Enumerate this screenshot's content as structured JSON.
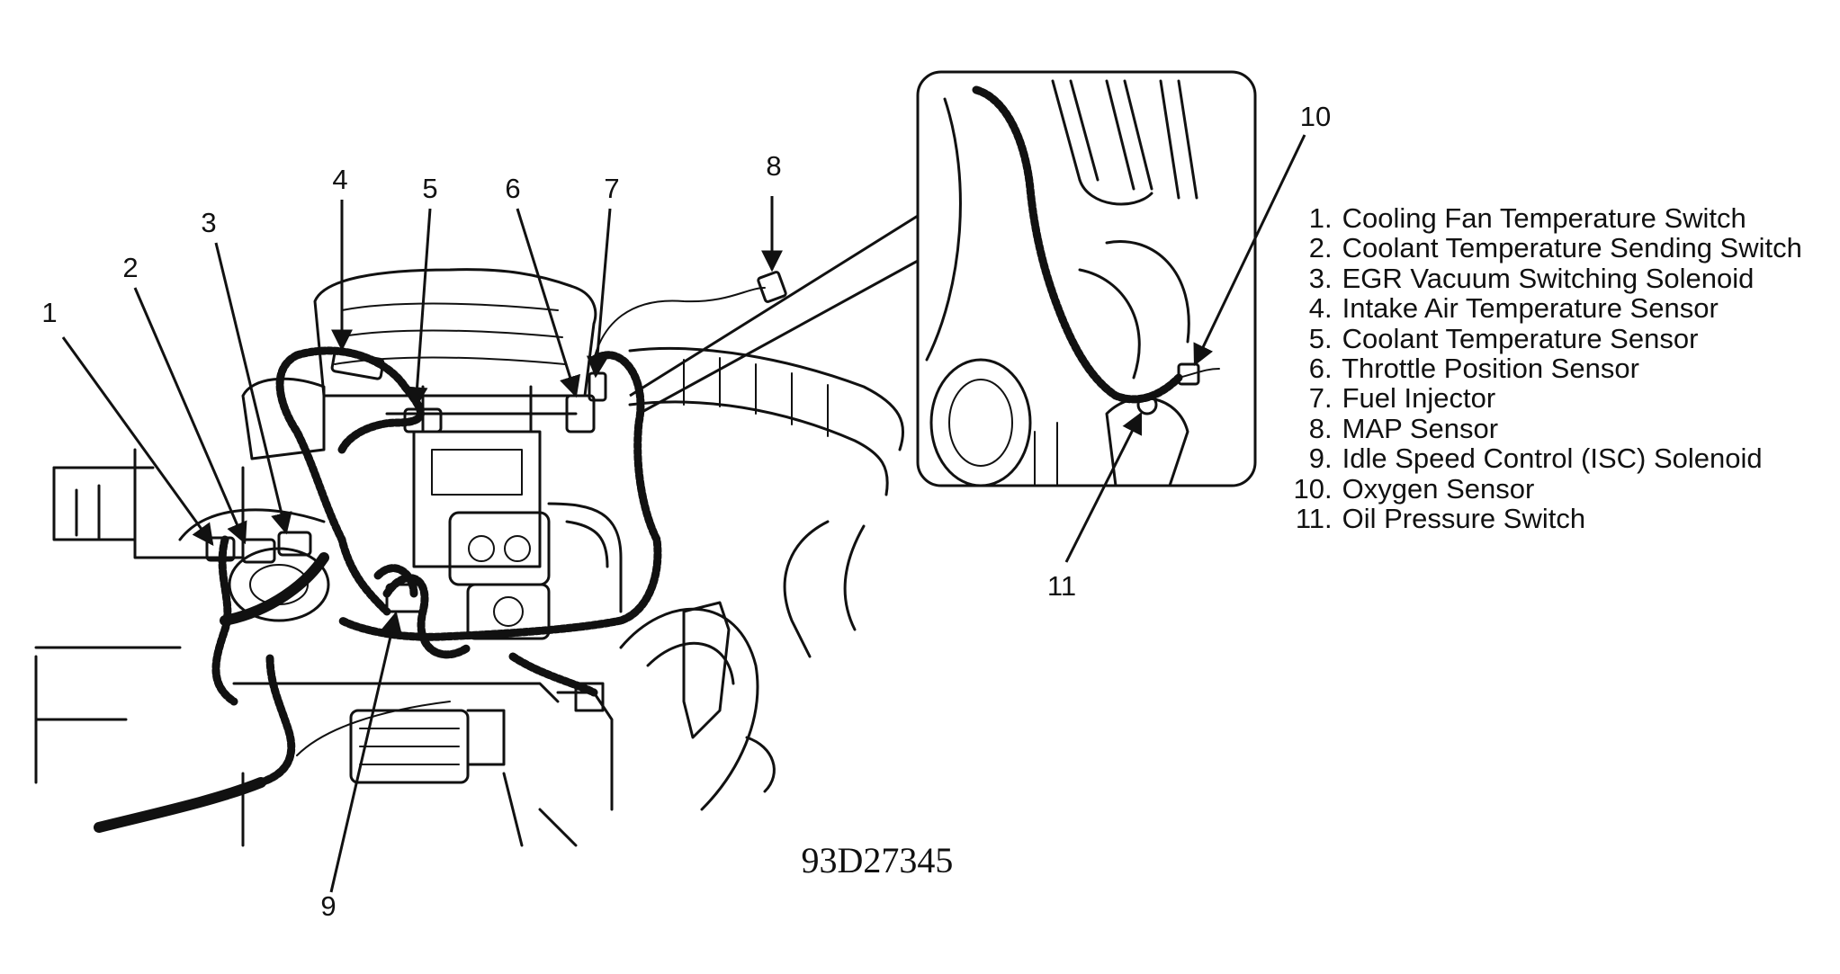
{
  "figure_id": "93D27345",
  "callouts": [
    "1",
    "2",
    "3",
    "4",
    "5",
    "6",
    "7",
    "8",
    "9",
    "10",
    "11"
  ],
  "legend": [
    {
      "num": "1",
      "label": "Cooling Fan Temperature Switch"
    },
    {
      "num": "2",
      "label": "Coolant Temperature Sending Switch"
    },
    {
      "num": "3",
      "label": "EGR Vacuum Switching Solenoid"
    },
    {
      "num": "4",
      "label": "Intake Air Temperature Sensor"
    },
    {
      "num": "5",
      "label": "Coolant Temperature Sensor"
    },
    {
      "num": "6",
      "label": "Throttle Position Sensor"
    },
    {
      "num": "7",
      "label": "Fuel Injector"
    },
    {
      "num": "8",
      "label": "MAP Sensor"
    },
    {
      "num": "9",
      "label": "Idle Speed Control (ISC) Solenoid"
    },
    {
      "num": "10",
      "label": "Oxygen Sensor"
    },
    {
      "num": "11",
      "label": "Oil Pressure Switch"
    }
  ],
  "colors": {
    "ink": "#111111",
    "background": "#ffffff"
  }
}
